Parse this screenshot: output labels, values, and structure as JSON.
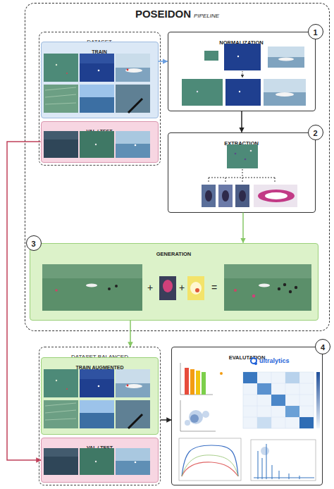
{
  "diagram": {
    "nodes": [
      {
        "text": [
          "POSEIDON",
          "PIPELINE"
        ]
      },
      {
        "text": [
          "DATASET"
        ],
        "in": 0
      },
      {
        "text": [
          "TRAIN"
        ],
        "in": 1
      },
      {
        "text": [
          "VAL / TEST"
        ],
        "in": 1
      },
      {
        "text": [
          "NORMALIZATION"
        ],
        "in": 0
      },
      {
        "text": [
          "1"
        ],
        "in": 0
      },
      {
        "text": [
          "EXTRACTION"
        ],
        "in": 0
      },
      {
        "text": [
          "2"
        ],
        "in": 0
      },
      {
        "text": [
          "GENERATION"
        ],
        "in": 0
      },
      {
        "text": [
          "3"
        ],
        "in": 0
      },
      {
        "text": [
          "DATASET BALANCED"
        ]
      },
      {
        "text": [
          "TRAIN AUGMENTED"
        ],
        "in": 10
      },
      {
        "text": [
          "VAL / TEST"
        ],
        "in": 10
      },
      {
        "text": [
          "EVALUTATION"
        ]
      },
      {
        "text": [
          "4"
        ]
      }
    ],
    "edges": [
      {
        "from": 2,
        "to": 4,
        "arrow": "to"
      },
      {
        "from": 4,
        "to": 6,
        "arrow": "to"
      },
      {
        "from": 6,
        "to": 8,
        "arrow": "to"
      },
      {
        "from": 8,
        "to": 10,
        "arrow": "to"
      },
      {
        "from": 3,
        "to": 12,
        "arrow": "to"
      },
      {
        "from": 10,
        "to": 13,
        "arrow": "to"
      }
    ],
    "labels": [
      "+",
      "+",
      "=",
      "ultralytics"
    ]
  }
}
